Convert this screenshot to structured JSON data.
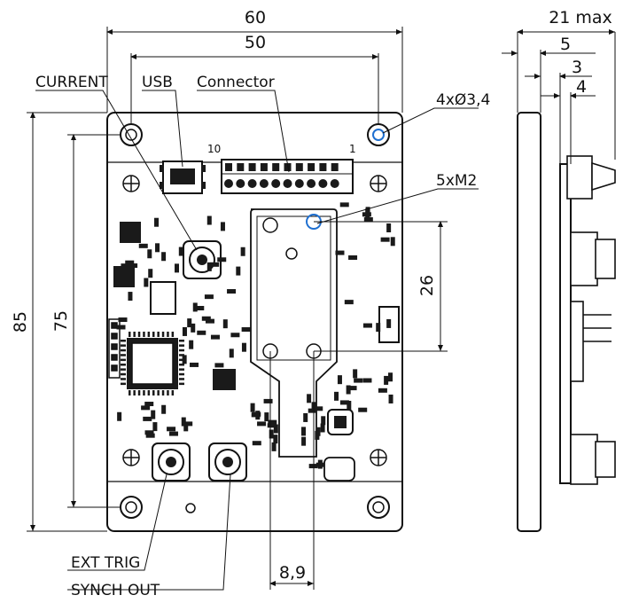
{
  "front_view": {
    "dims": {
      "width_total": "60",
      "width_holes": "50",
      "height_total": "85",
      "height_holes": "75",
      "window_height": "26",
      "window_width": "8,9"
    },
    "labels": {
      "current": "CURRENT",
      "usb": "USB",
      "connector": "Connector",
      "mount_holes": "4xØ3,4",
      "small_holes": "5xM2",
      "pin_10": "10",
      "pin_1": "1",
      "ext_trig": "EXT TRIG",
      "synch_out": "SYNCH OUT"
    }
  },
  "side_view": {
    "dims": {
      "depth_max": "21 max",
      "d5": "5",
      "d3": "3",
      "d4": "4"
    }
  },
  "colors": {
    "line": "#111111",
    "pcb": "#ffffff",
    "component": "#1a1a1a",
    "hole_accent": "#1e6fd0"
  }
}
